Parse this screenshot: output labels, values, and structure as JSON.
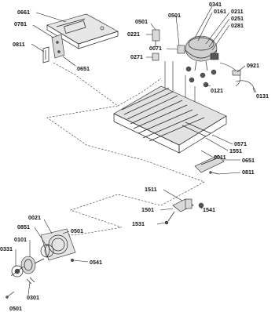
{
  "labels": {
    "l0661": "0661",
    "l0781": "0781",
    "l0811a": "0811",
    "l0651a": "0651",
    "l0501a": "0501",
    "l0221": "0221",
    "l0501b": "0501",
    "l0341": "0341",
    "l0161": "0161",
    "l0211": "0211",
    "l0251": "0251",
    "l0281": "0281",
    "l0071": "0071",
    "l0271": "0271",
    "l0921": "0921",
    "l0131": "0131",
    "l0121": "0121",
    "l0571": "0571",
    "l1551": "1551",
    "l0011": "0011",
    "l0651b": "0651",
    "l0811b": "0811",
    "l1511": "1511",
    "l1501": "1501",
    "l1541": "1541",
    "l1531": "1531",
    "l0021": "0021",
    "l0851": "0851",
    "l0501c": "0501",
    "l0101": "0101",
    "l0331": "0331",
    "l0541": "0541",
    "l0301": "0301",
    "l0501d": "0501"
  }
}
